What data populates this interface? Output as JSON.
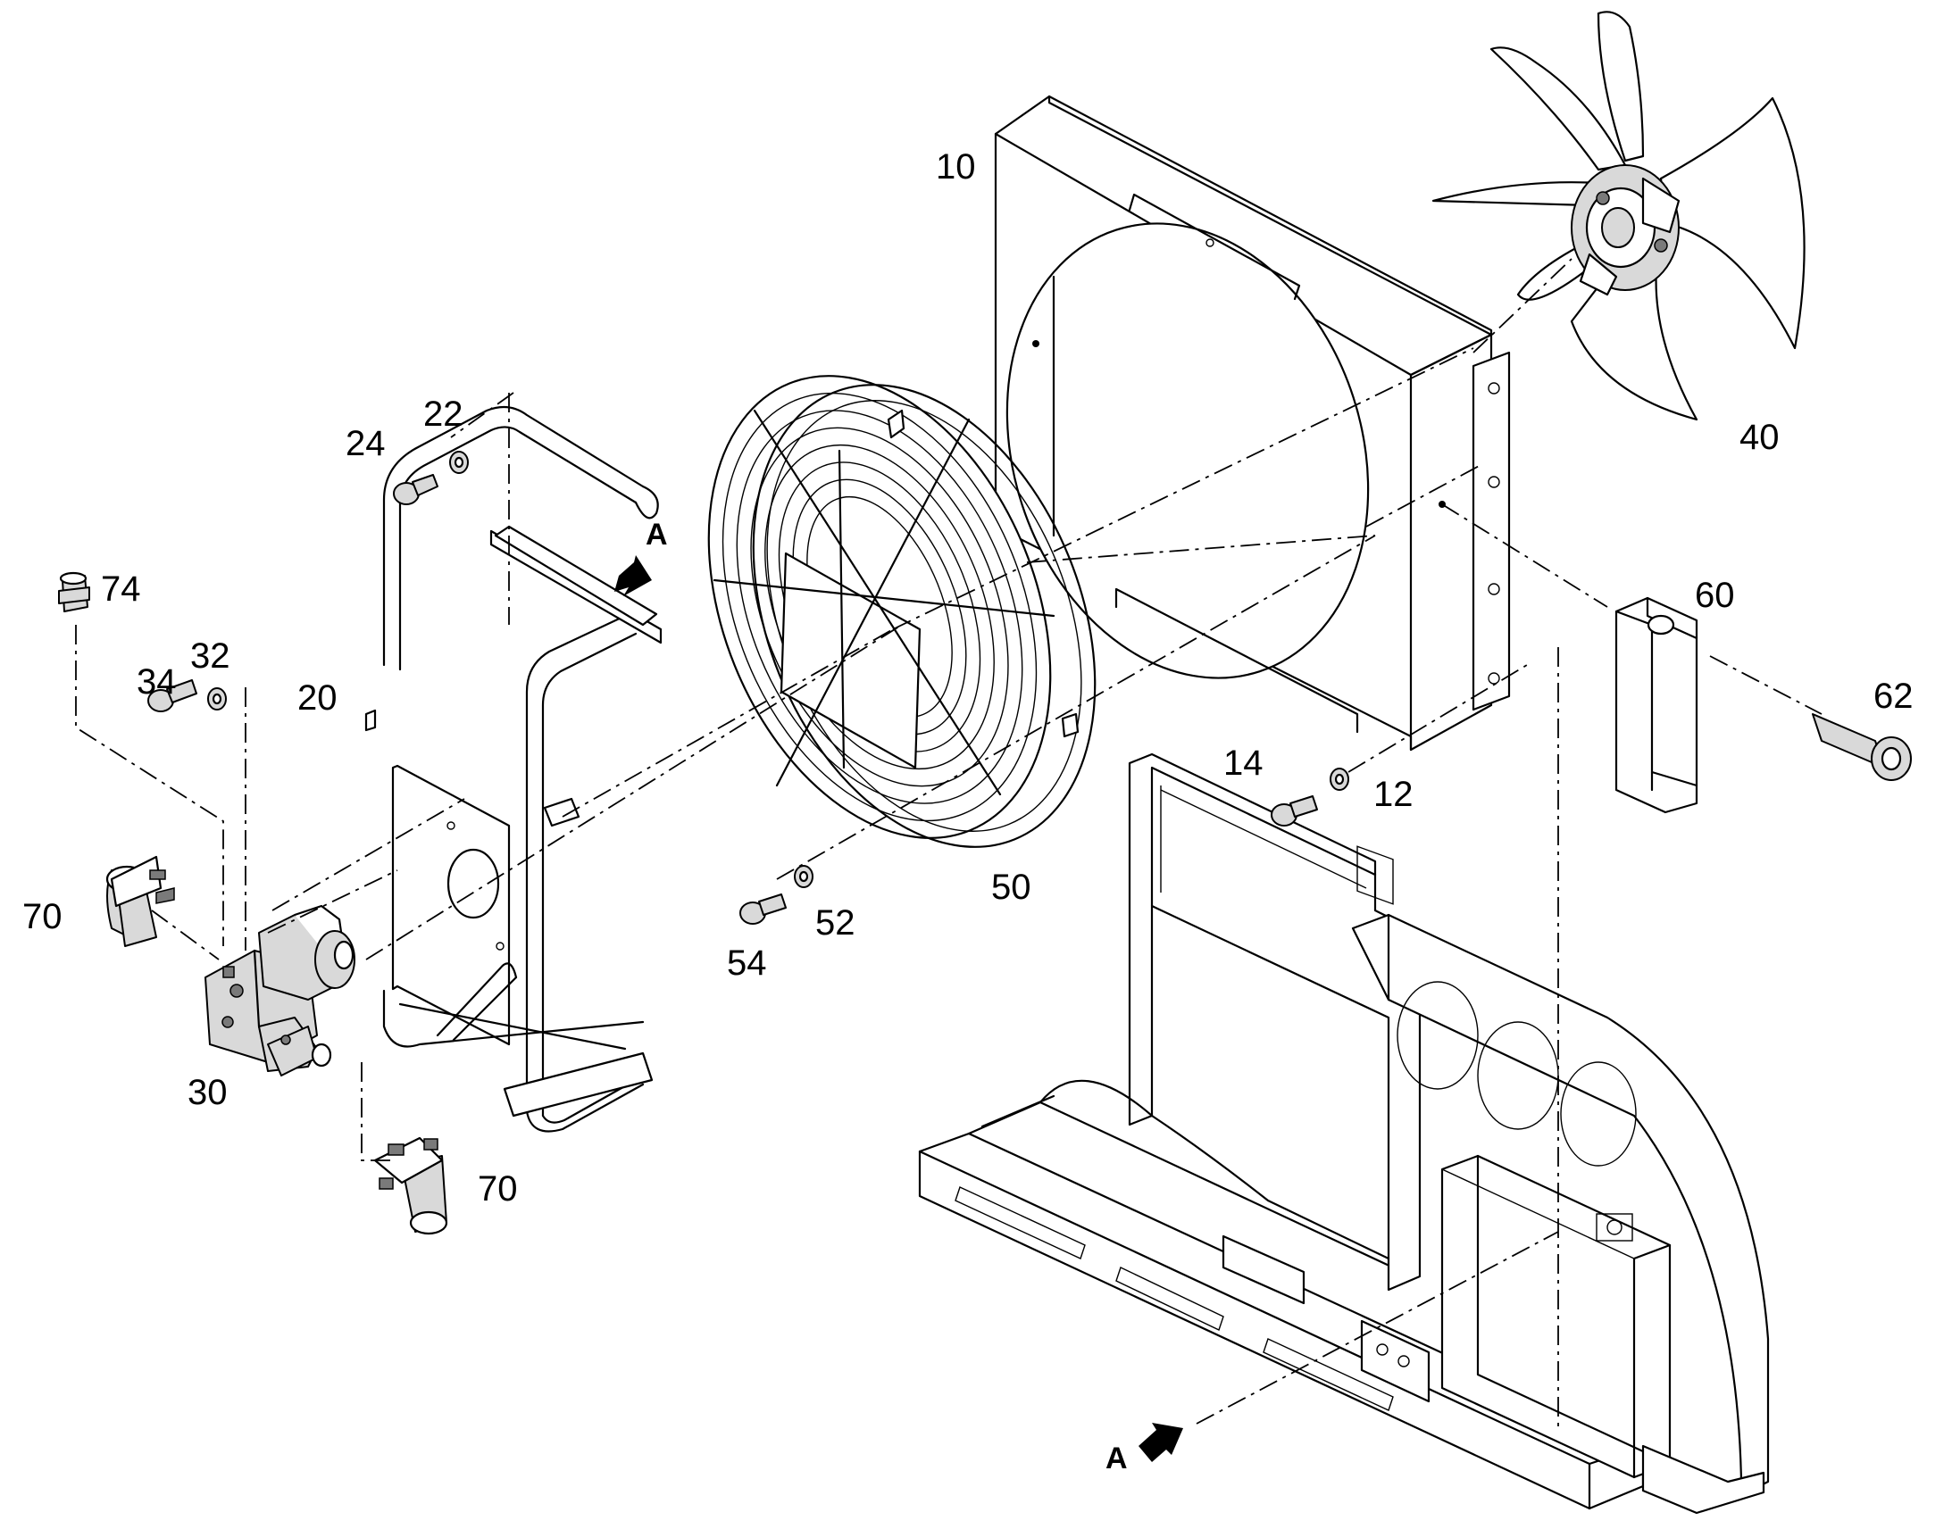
{
  "diagram": {
    "part_labels": {
      "p10": "10",
      "p12": "12",
      "p14": "14",
      "p20": "20",
      "p22": "22",
      "p24": "24",
      "p30": "30",
      "p32": "32",
      "p34": "34",
      "p40": "40",
      "p50": "50",
      "p52": "52",
      "p54": "54",
      "p60": "60",
      "p62": "62",
      "p70a": "70",
      "p70b": "70",
      "p74": "74"
    },
    "view_labels": {
      "top": "A",
      "bottom": "A"
    }
  }
}
